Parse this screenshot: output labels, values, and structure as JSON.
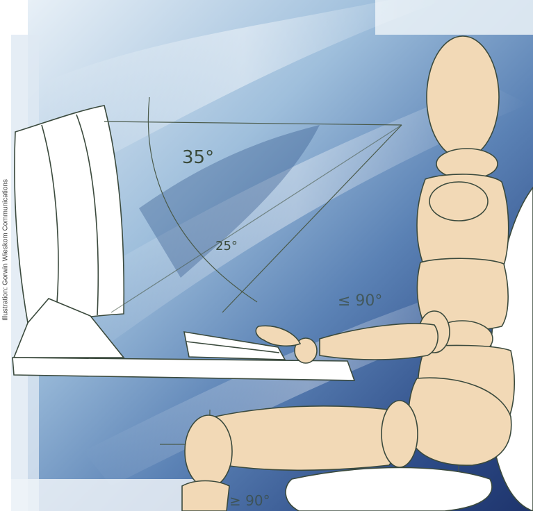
{
  "credit": "Illustration: Gorwin Wieskom Communications",
  "angles": {
    "a35": "35°",
    "a25": "25°",
    "a90_back": "≤ 90°",
    "a90_knee": "≥ 90°"
  },
  "colors": {
    "mannequin": "#f2d9b6",
    "outline": "#3b4a3d",
    "sky_light": "#dde9f3",
    "sky_mid": "#8fb2d3",
    "sky_deep": "#2f4f8a",
    "furniture": "#ffffff"
  }
}
